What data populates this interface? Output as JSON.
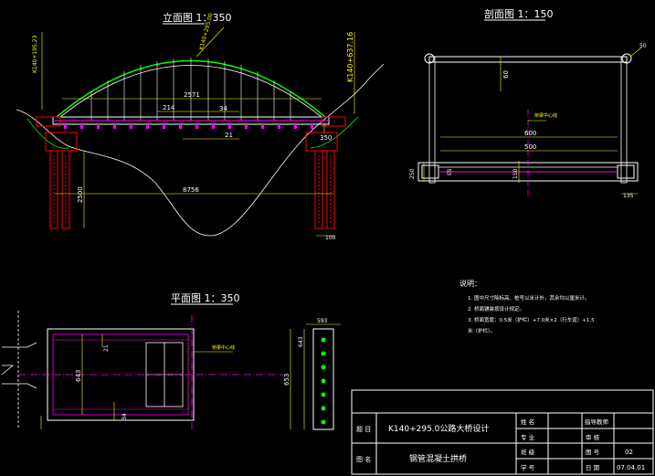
{
  "views": {
    "elevation_title": "立面图 1：350",
    "section_title": "剖面图 1：150",
    "plan_title": "平面图 1：350"
  },
  "elevation": {
    "left_stake": "K140+195.23",
    "right_stake": "K140+637.16",
    "top_note": "K140+295.00",
    "dim_span_top": "2571",
    "dim_214": "214",
    "dim_34": "34",
    "dim_21": "21",
    "dim_350": "350",
    "dim_2500": "2500",
    "dim_total": "8756",
    "dim_100": "100"
  },
  "section": {
    "dim_60": "60",
    "dim_600": "600",
    "dim_500": "500",
    "dim_250_left": "250",
    "dim_E5": "E5",
    "dim_150": "150",
    "dim_135": "135",
    "dim_50": "50",
    "label_centerline": "桥梁中心线"
  },
  "plan": {
    "dim_21": "21",
    "dim_643": "643",
    "dim_34": "34",
    "label_centerline": "桥梁中心线",
    "detail_top": "593",
    "detail_inner": "643",
    "detail_side": "653"
  },
  "notes": {
    "heading": "说明：",
    "items": [
      "1. 图中尺寸除标高、桩号以米计外，其余均以厘米计。",
      "2. 桥面铺装按设计规定。",
      "3. 桥面宽度：0.5米（护栏）+7.0米×2（行车道）+1.5",
      "米（护栏）。"
    ]
  },
  "title_block": {
    "label_project": "题  目",
    "project": "K140+295.0公路大桥设计",
    "label_drawing": "图  名",
    "drawing": "钢管混凝土拱桥",
    "row_labels": [
      "姓  名",
      "专  业",
      "班  级",
      "学  号"
    ],
    "row_values": [
      "",
      "",
      "",
      ""
    ],
    "right_labels": [
      "",
      "",
      "图  号",
      "日  期"
    ],
    "right_values": [
      "",
      "",
      "02",
      "07.04.01"
    ],
    "drawer": "指导教师",
    "reviewer": "审  核"
  }
}
